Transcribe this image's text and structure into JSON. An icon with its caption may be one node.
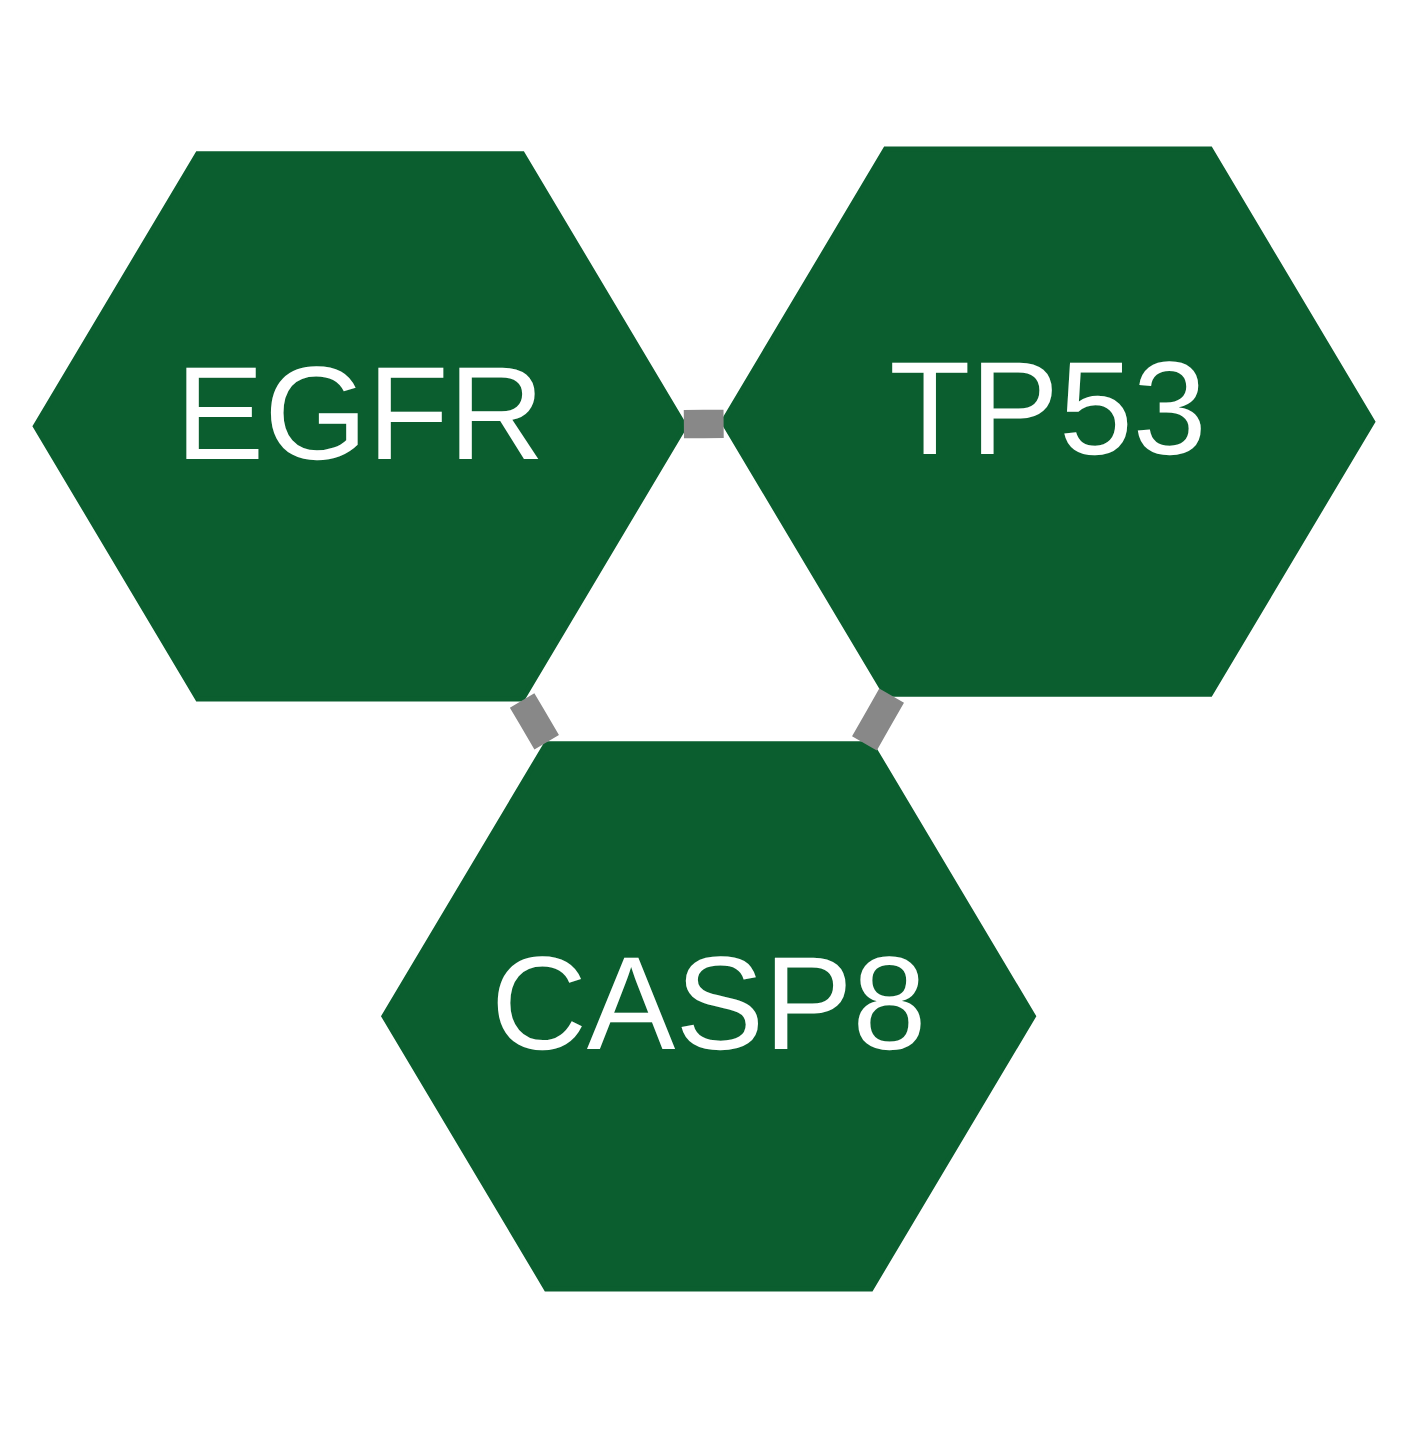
{
  "diagram": {
    "nodes": [
      {
        "text": [
          "EGFR"
        ]
      },
      {
        "text": [
          "TP53"
        ]
      },
      {
        "text": [
          "CASP8"
        ]
      }
    ],
    "edges": [
      {
        "from": 0,
        "to": 1,
        "arrow": "none"
      },
      {
        "from": 0,
        "to": 2,
        "arrow": "none"
      },
      {
        "from": 2,
        "to": 1,
        "arrow": "none"
      }
    ]
  }
}
